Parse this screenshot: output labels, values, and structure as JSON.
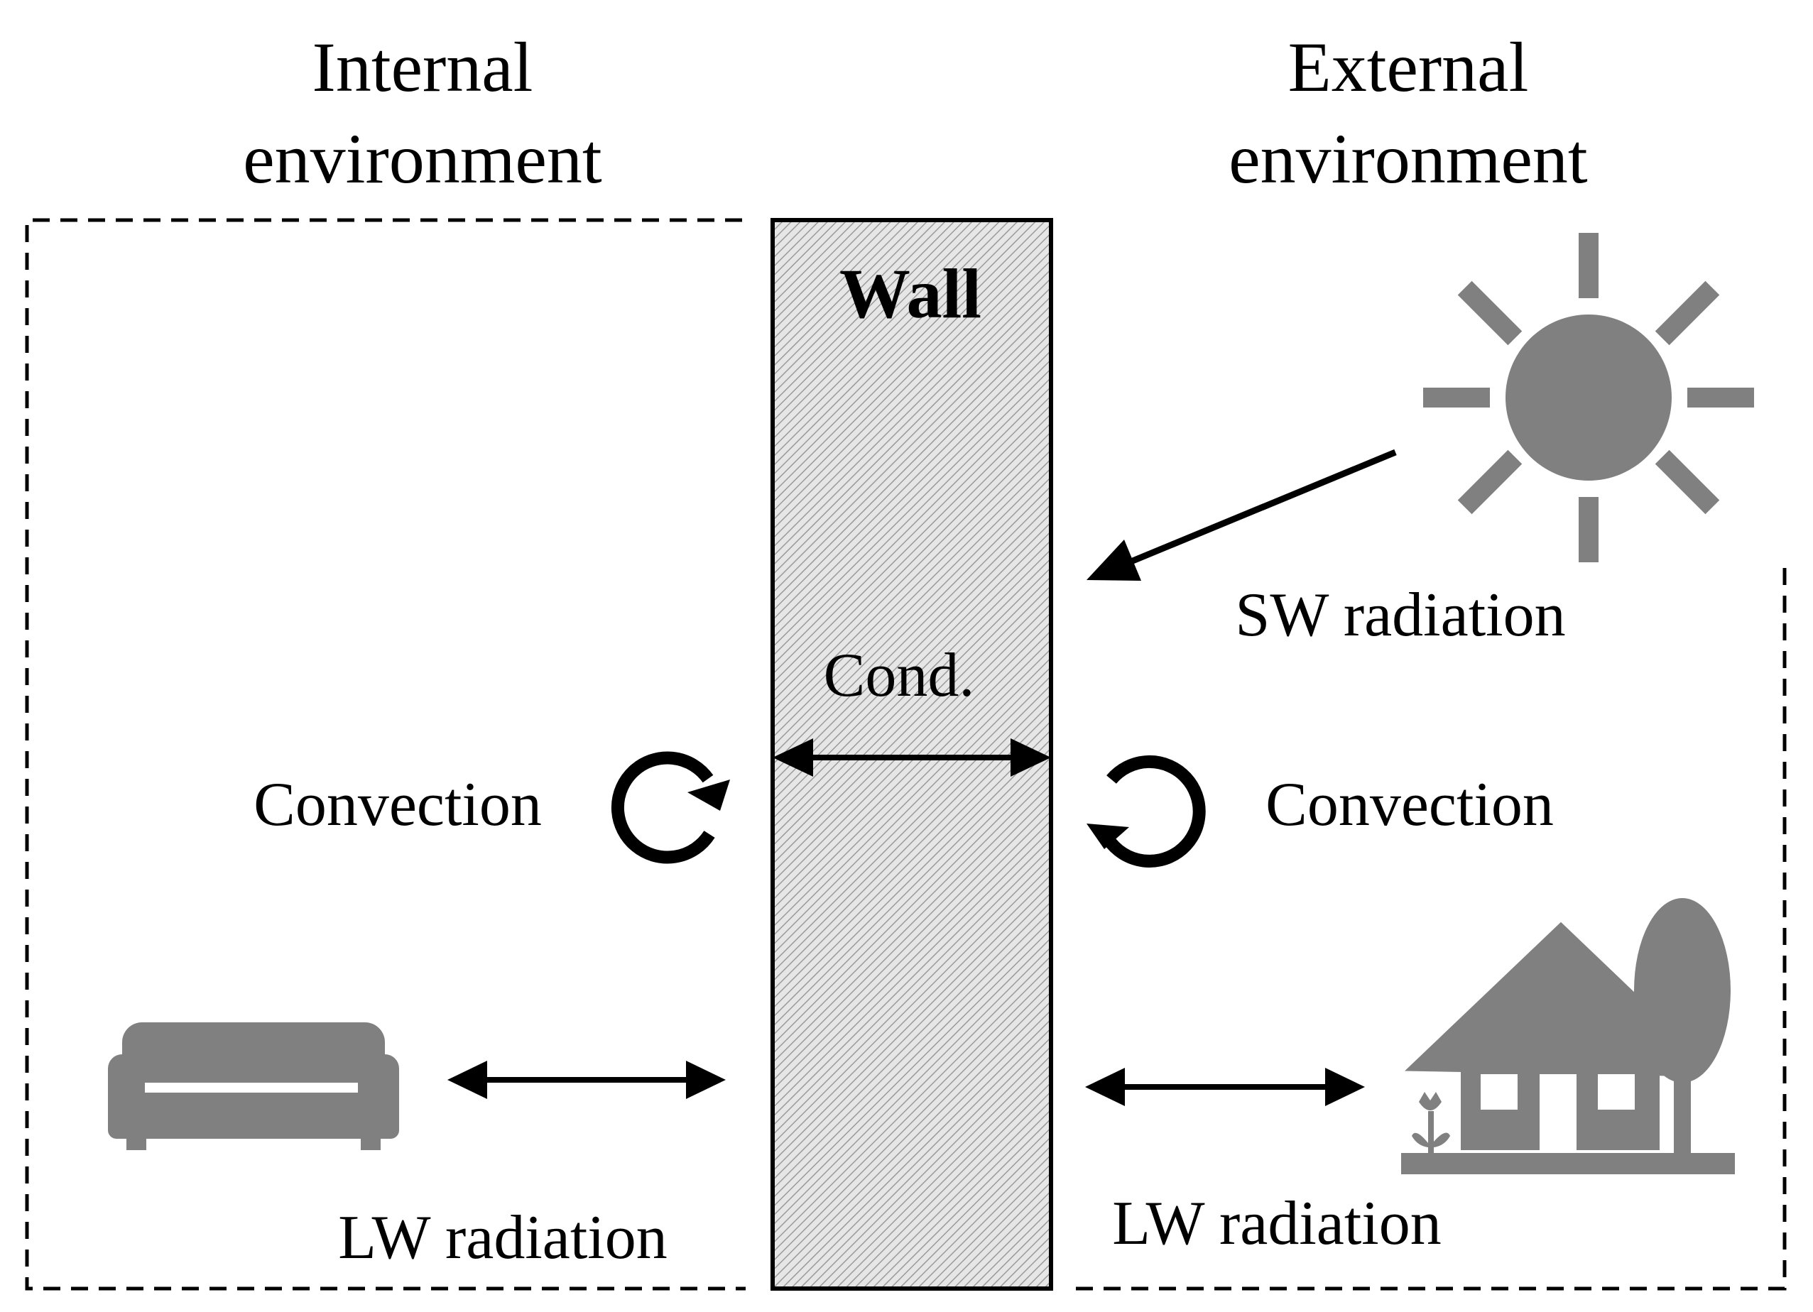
{
  "labels": {
    "internal_line1": "Internal",
    "internal_line2": "environment",
    "external_line1": "External",
    "external_line2": "environment",
    "wall": "Wall",
    "cond": "Cond.",
    "convection_internal": "Convection",
    "convection_external": "Convection",
    "sw_radiation": "SW radiation",
    "lw_radiation_internal": "LW radiation",
    "lw_radiation_external": "LW radiation"
  },
  "icons": {
    "sun": "sun-icon",
    "sofa": "sofa-icon",
    "house": "house-icon",
    "tree": "tree-icon",
    "flower": "flower-icon",
    "convection_internal": "rotate-clockwise-icon",
    "convection_external": "rotate-counterclockwise-icon"
  },
  "colors": {
    "icon_gray": "#808080",
    "wall_fill": "#d9d9d9",
    "line": "#000000"
  }
}
